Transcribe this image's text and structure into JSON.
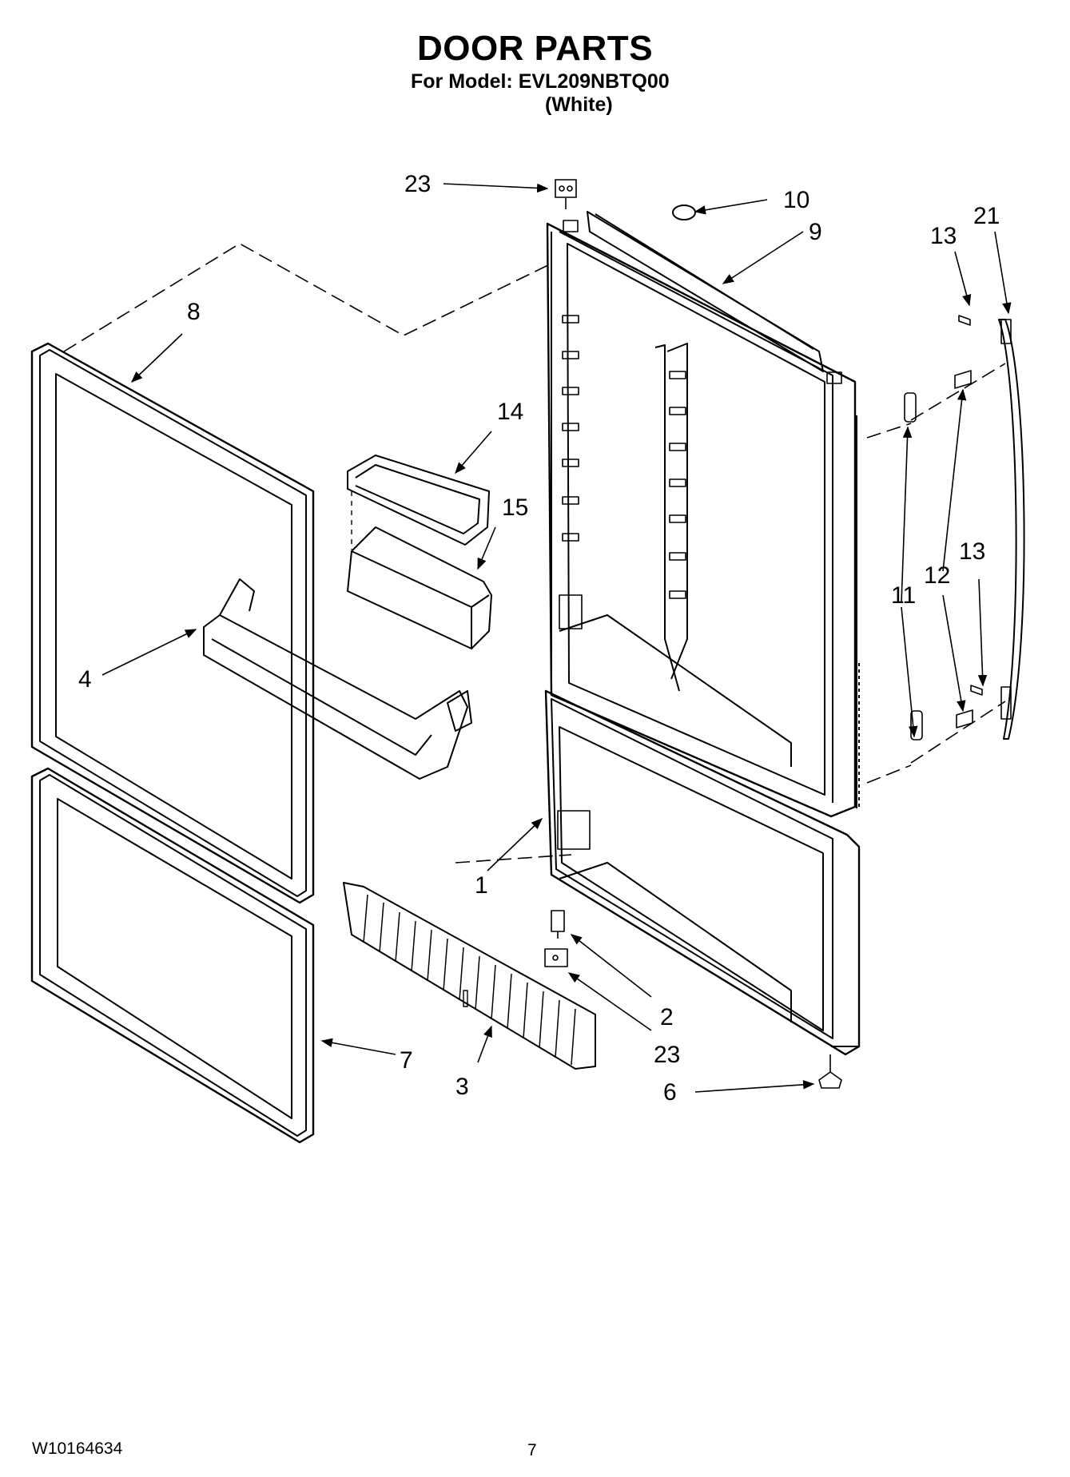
{
  "header": {
    "title": "DOOR PARTS",
    "model_line": "For Model: EVL209NBTQ00",
    "variant": "(White)"
  },
  "footer": {
    "doc_number": "W10164634",
    "page_number": "7"
  },
  "callouts": {
    "c1": "1",
    "c2": "2",
    "c3": "3",
    "c4": "4",
    "c6": "6",
    "c7": "7",
    "c8": "8",
    "c9": "9",
    "c10": "10",
    "c11": "11",
    "c12": "12",
    "c13_top": "13",
    "c13_bottom": "13",
    "c14": "14",
    "c15": "15",
    "c21": "21",
    "c23_top": "23",
    "c23_bottom": "23"
  }
}
